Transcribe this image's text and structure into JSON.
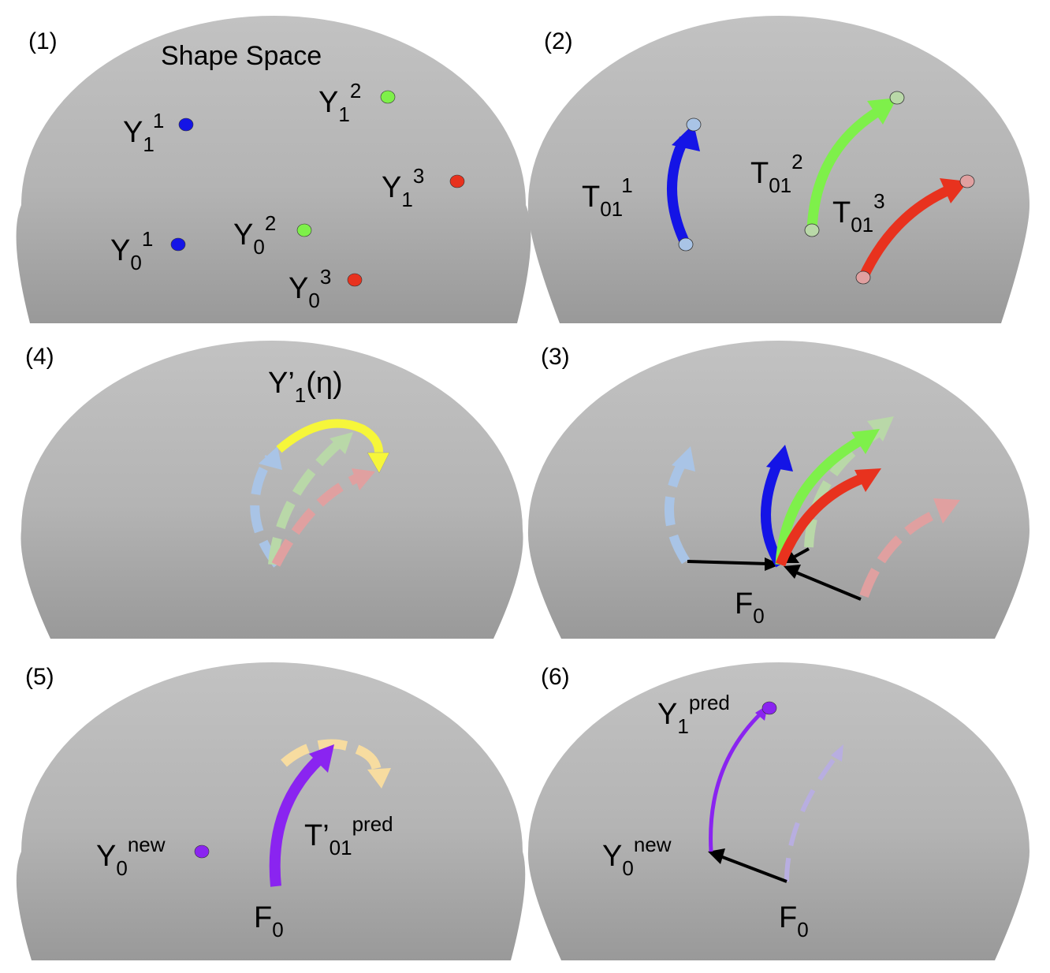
{
  "colors": {
    "background": "#ffffff",
    "dome_top": "#c2c2c2",
    "dome_bottom": "#9a9a9a",
    "blue": "#1414e6",
    "green": "#7ef04a",
    "red": "#e8321e",
    "light_blue": "#a9c4e6",
    "light_green": "#b9d8a8",
    "light_red": "#e0a0a0",
    "yellow": "#f6f63a",
    "light_yellow": "#f7dca0",
    "purple": "#8a24f0",
    "light_purple": "#b8aee0",
    "black": "#000000"
  },
  "panels": {
    "p1": {
      "number": "(1)",
      "title": "Shape Space",
      "y1_1": {
        "base": "Y",
        "sub": "1",
        "sup": "1"
      },
      "y1_2": {
        "base": "Y",
        "sub": "1",
        "sup": "2"
      },
      "y1_3": {
        "base": "Y",
        "sub": "1",
        "sup": "3"
      },
      "y0_1": {
        "base": "Y",
        "sub": "0",
        "sup": "1"
      },
      "y0_2": {
        "base": "Y",
        "sub": "0",
        "sup": "2"
      },
      "y0_3": {
        "base": "Y",
        "sub": "0",
        "sup": "3"
      }
    },
    "p2": {
      "number": "(2)",
      "t01_1": {
        "base": "T",
        "sub": "01",
        "sup": "1"
      },
      "t01_2": {
        "base": "T",
        "sub": "01",
        "sup": "2"
      },
      "t01_3": {
        "base": "T",
        "sub": "01",
        "sup": "3"
      }
    },
    "p4": {
      "number": "(4)",
      "label": {
        "base": "Y’",
        "sub": "1",
        "tail": "(η)"
      }
    },
    "p3": {
      "number": "(3)",
      "f0": {
        "base": "F",
        "sub": "0"
      }
    },
    "p5": {
      "number": "(5)",
      "y0_new": {
        "base": "Y",
        "sub": "0",
        "sup": "new"
      },
      "t01_pred": {
        "base": "T’",
        "sub": "01",
        "sup": "pred"
      },
      "f0": {
        "base": "F",
        "sub": "0"
      }
    },
    "p6": {
      "number": "(6)",
      "y1_pred": {
        "base": "Y",
        "sub": "1",
        "sup": "pred"
      },
      "y0_new": {
        "base": "Y",
        "sub": "0",
        "sup": "new"
      },
      "f0": {
        "base": "F",
        "sub": "0"
      }
    }
  }
}
